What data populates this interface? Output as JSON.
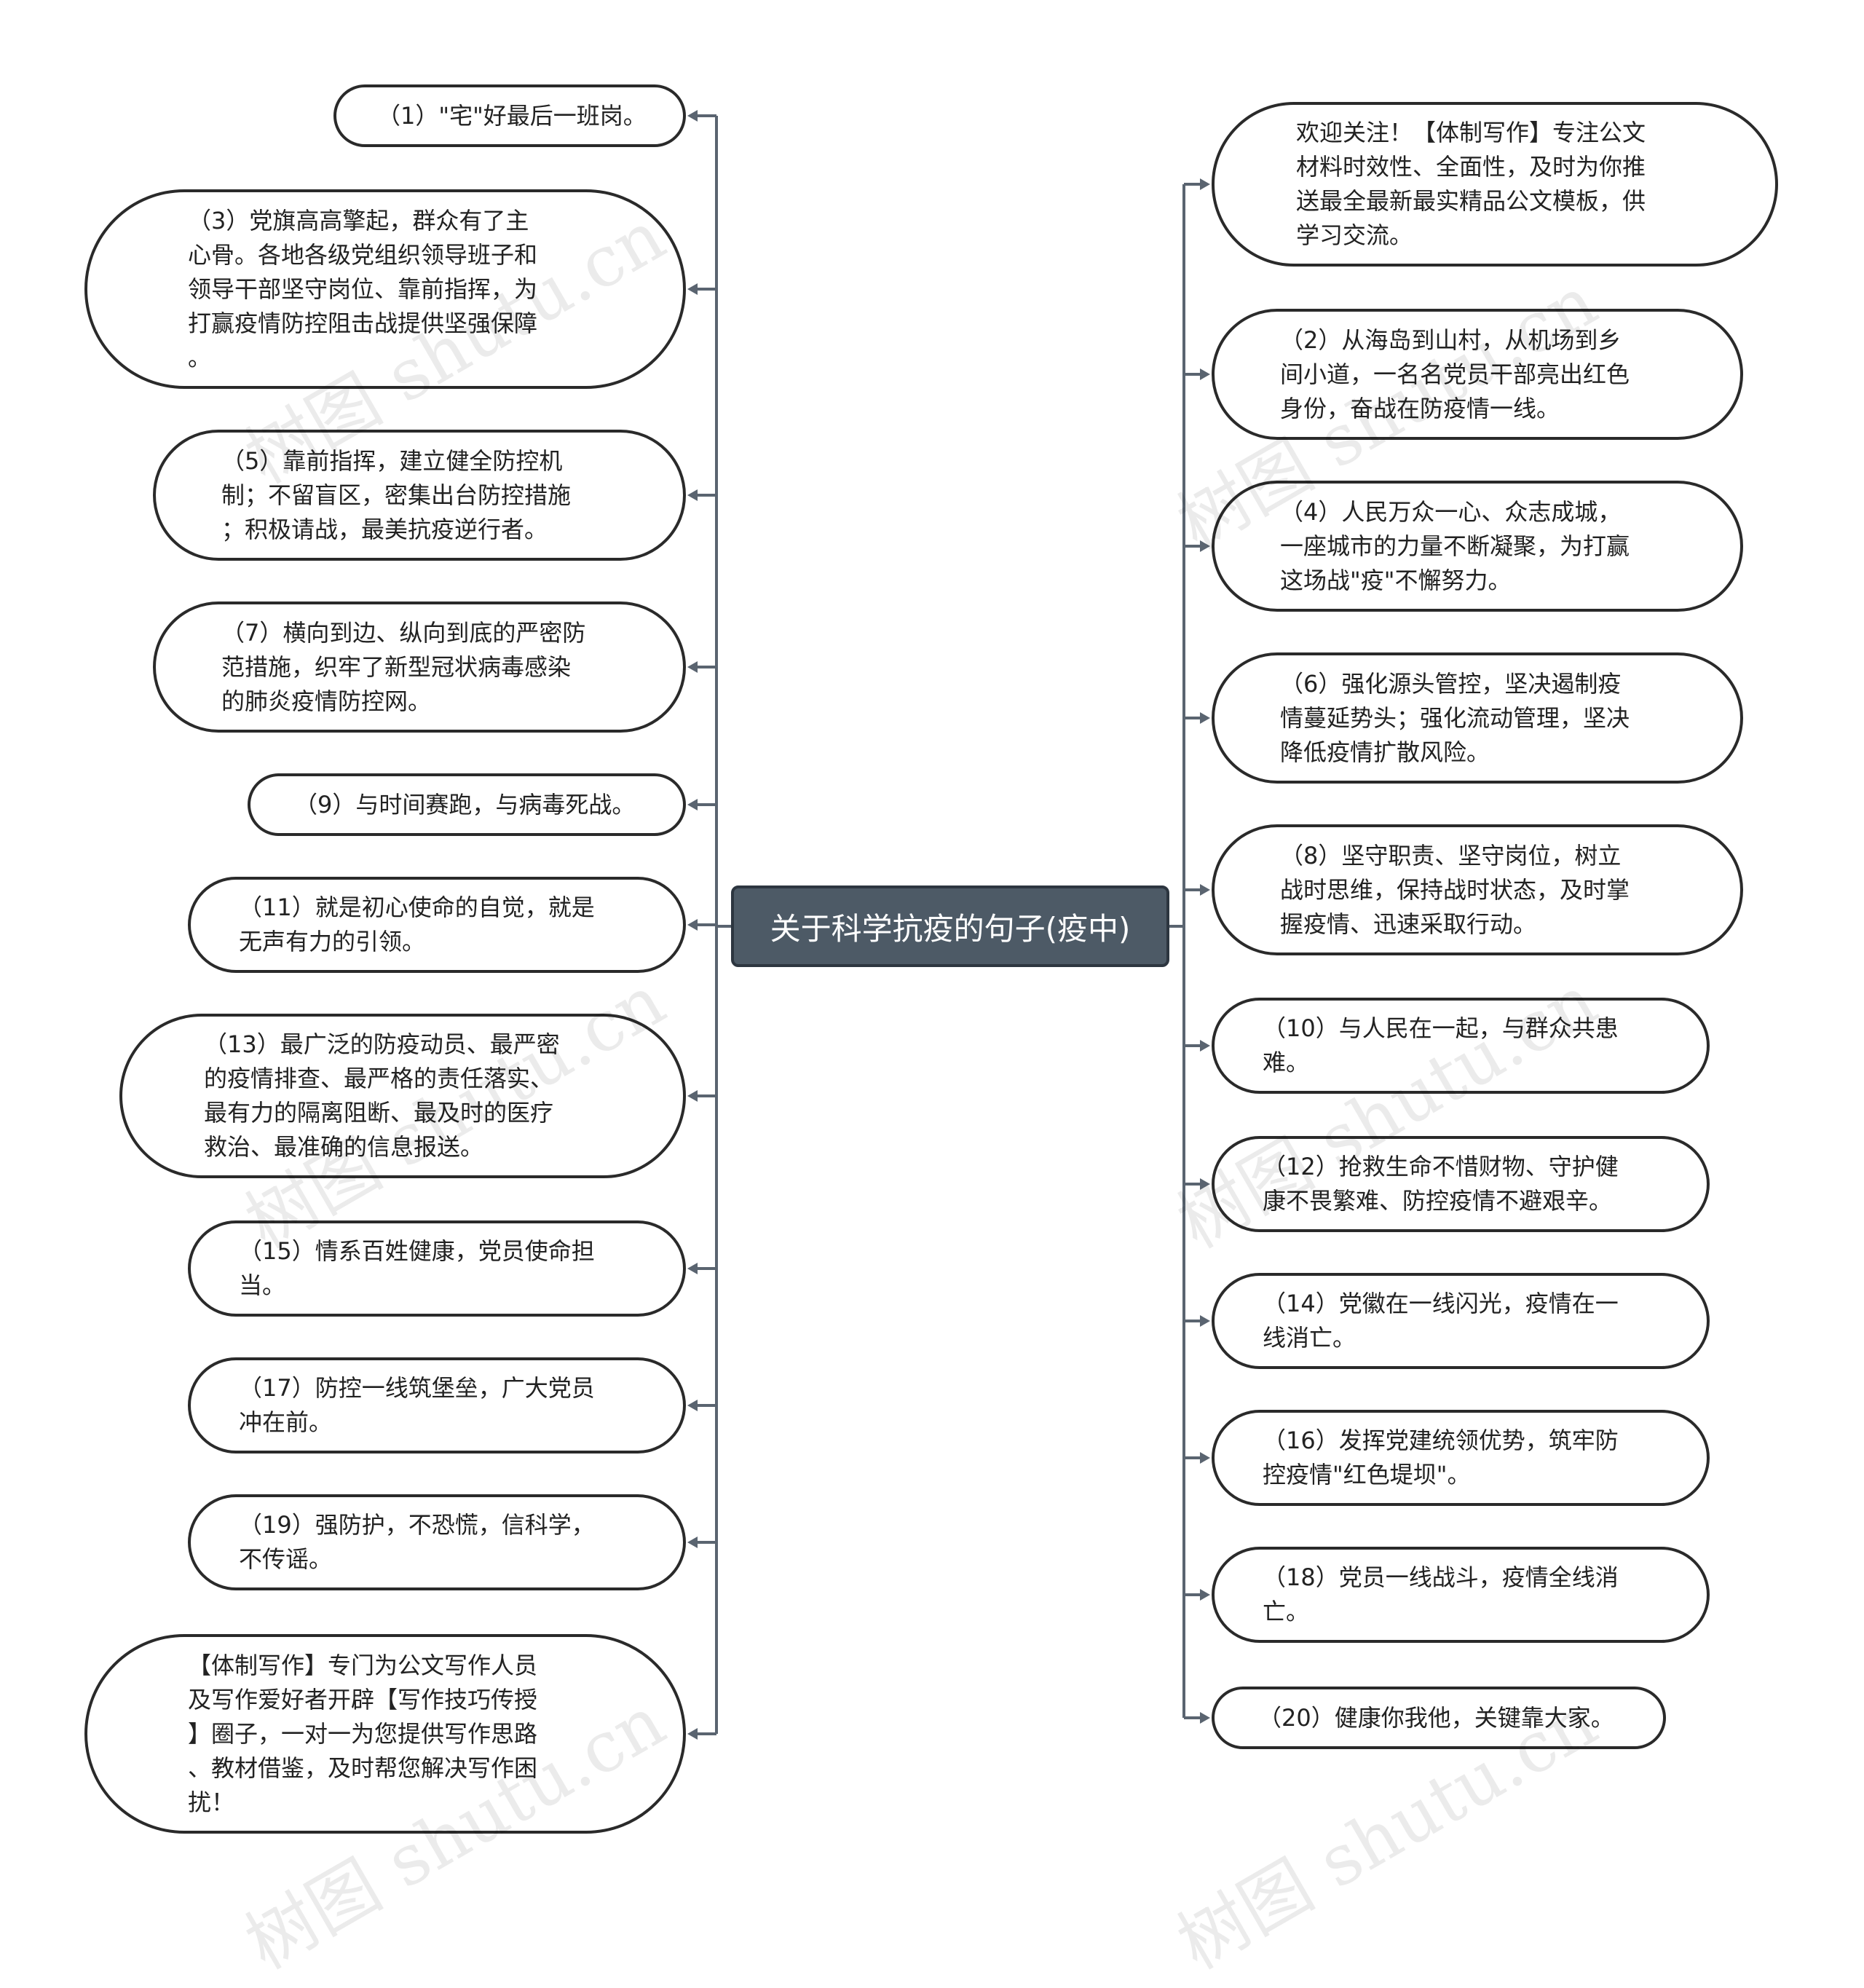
{
  "center": {
    "text": "关于科学抗疫的句子(疫中)"
  },
  "left_nodes": [
    {
      "text": "（1）\"宅\"好最后一班岗。"
    },
    {
      "text": "（3）党旗高高擎起，群众有了主\n心骨。各地各级党组织领导班子和\n领导干部坚守岗位、靠前指挥，为\n打赢疫情防控阻击战提供坚强保障\n。"
    },
    {
      "text": "（5）靠前指挥，建立健全防控机\n制；不留盲区，密集出台防控措施\n；积极请战，最美抗疫逆行者。"
    },
    {
      "text": "（7）横向到边、纵向到底的严密防\n范措施，织牢了新型冠状病毒感染\n的肺炎疫情防控网。"
    },
    {
      "text": "（9）与时间赛跑，与病毒死战。"
    },
    {
      "text": "（11）就是初心使命的自觉，就是\n无声有力的引领。"
    },
    {
      "text": "（13）最广泛的防疫动员、最严密\n的疫情排查、最严格的责任落实、\n最有力的隔离阻断、最及时的医疗\n救治、最准确的信息报送。"
    },
    {
      "text": "（15）情系百姓健康，党员使命担\n当。"
    },
    {
      "text": "（17）防控一线筑堡垒，广大党员\n冲在前。"
    },
    {
      "text": "（19）强防护，不恐慌，信科学，\n不传谣。"
    },
    {
      "text": "【体制写作】专门为公文写作人员\n及写作爱好者开辟【写作技巧传授\n】圈子，一对一为您提供写作思路\n、教材借鉴，及时帮您解决写作困\n扰！"
    }
  ],
  "right_nodes": [
    {
      "text": "欢迎关注！【体制写作】专注公文\n材料时效性、全面性，及时为你推\n送最全最新最实精品公文模板，供\n学习交流。"
    },
    {
      "text": "（2）从海岛到山村，从机场到乡\n间小道，一名名党员干部亮出红色\n身份，奋战在防疫情一线。"
    },
    {
      "text": "（4）人民万众一心、众志成城，\n一座城市的力量不断凝聚，为打赢\n这场战\"疫\"不懈努力。"
    },
    {
      "text": "（6）强化源头管控，坚决遏制疫\n情蔓延势头；强化流动管理，坚决\n降低疫情扩散风险。"
    },
    {
      "text": "（8）坚守职责、坚守岗位，树立\n战时思维，保持战时状态，及时掌\n握疫情、迅速采取行动。"
    },
    {
      "text": "（10）与人民在一起，与群众共患\n难。"
    },
    {
      "text": "（12）抢救生命不惜财物、守护健\n康不畏繁难、防控疫情不避艰辛。"
    },
    {
      "text": "（14）党徽在一线闪光，疫情在一\n线消亡。"
    },
    {
      "text": "（16）发挥党建统领优势，筑牢防\n控疫情\"红色堤坝\"。"
    },
    {
      "text": "（18）党员一线战斗，疫情全线消\n亡。"
    },
    {
      "text": "（20）健康你我他，关键靠大家。"
    }
  ],
  "watermark": {
    "text": "树图 shutu.cn"
  },
  "colors": {
    "center_fill": "#4d5a66",
    "line": "#5a6470",
    "border": "#2a2a2a"
  }
}
